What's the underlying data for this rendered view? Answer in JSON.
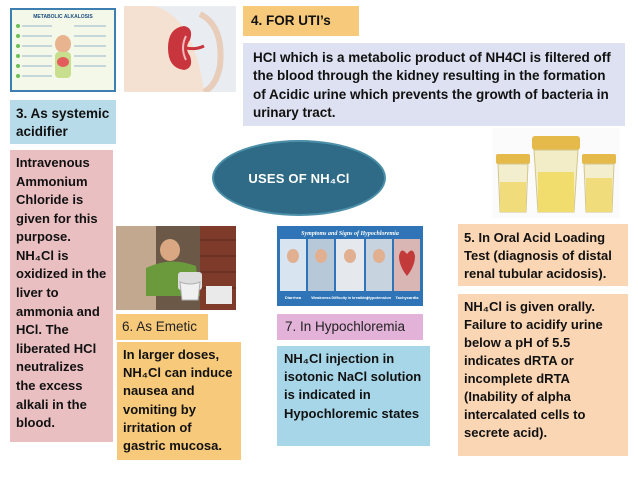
{
  "center": {
    "title": "USES OF NH₄Cl"
  },
  "sections": {
    "systemic": {
      "title": "3. As systemic acidifier",
      "body": "Intravenous Ammonium Chloride is given for this purpose. NH₄Cl is oxidized in the liver to ammonia and HCl. The liberated HCl neutralizes the excess alkali in the blood."
    },
    "uti": {
      "title": "4. FOR UTI’s",
      "body": "HCl which is a metabolic product of NH4Cl is filtered off the blood through the kidney  resulting in  the formation of Acidic urine which prevents the growth of bacteria in urinary tract."
    },
    "oral": {
      "title": "5. In Oral Acid Loading Test (diagnosis of distal renal tubular acidosis).",
      "body": "NH₄Cl is given orally. Failure to acidify urine below a pH of 5.5 indicates dRTA or incomplete dRTA (Inability of alpha intercalated cells to secrete acid)."
    },
    "emetic": {
      "title": "6. As Emetic",
      "body": "In larger doses, NH₄Cl can induce nausea and vomiting by irritation of gastric mucosa."
    },
    "hypochloremia": {
      "title": "7. In Hypochloremia",
      "body": "NH₄Cl injection in isotonic NaCl solution is indicated in Hypochloremic states"
    }
  },
  "images": {
    "metabolic_alkalosis": {
      "label": "METABOLIC ALKALOSIS"
    },
    "hypochloremia_panel": {
      "title": "Symptoms and Signs of Hypochloremia",
      "captions": [
        "Diarrhea",
        "Weakness",
        "Difficulty in breathing",
        "Hypotension",
        "Tachycardia"
      ]
    }
  },
  "colors": {
    "center_oval": "#2f6b86",
    "systemic_title": "#b8dbe9",
    "systemic_body": "#eabfc2",
    "uti_title": "#f7c97a",
    "uti_body": "#dde1f1",
    "emetic": "#f7c97a",
    "hypochloremia_title": "#e2b2d8",
    "hypochloremia_body": "#a7d6e8",
    "oral": "#fbd6b4"
  }
}
